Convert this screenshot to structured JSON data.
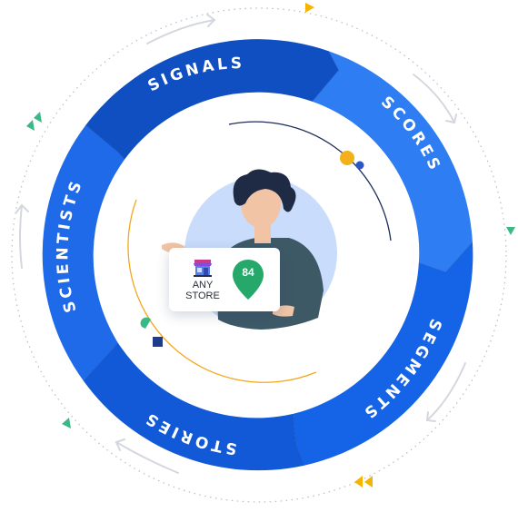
{
  "cycle": {
    "segments": [
      {
        "label": "SIGNALS"
      },
      {
        "label": "SCORES"
      },
      {
        "label": "SEGMENTS"
      },
      {
        "label": "STORIES"
      },
      {
        "label": "SCIENTISTS"
      }
    ]
  },
  "center_card": {
    "store_text": "ANY STORE",
    "score": "84",
    "store_icon": "storefront-icon",
    "pin_icon": "location-pin-icon"
  },
  "colors": {
    "segment_fills": [
      "#0f4fc2",
      "#2f7df2",
      "#1563e6",
      "#1259d8",
      "#1f6ae8"
    ],
    "pin_green": "#25a86a",
    "accent_orange": "#f2a81d",
    "arrow_yellow": "#f5b400",
    "arrow_green": "#3ab886",
    "avatar_bg": "#c9dcfb"
  }
}
